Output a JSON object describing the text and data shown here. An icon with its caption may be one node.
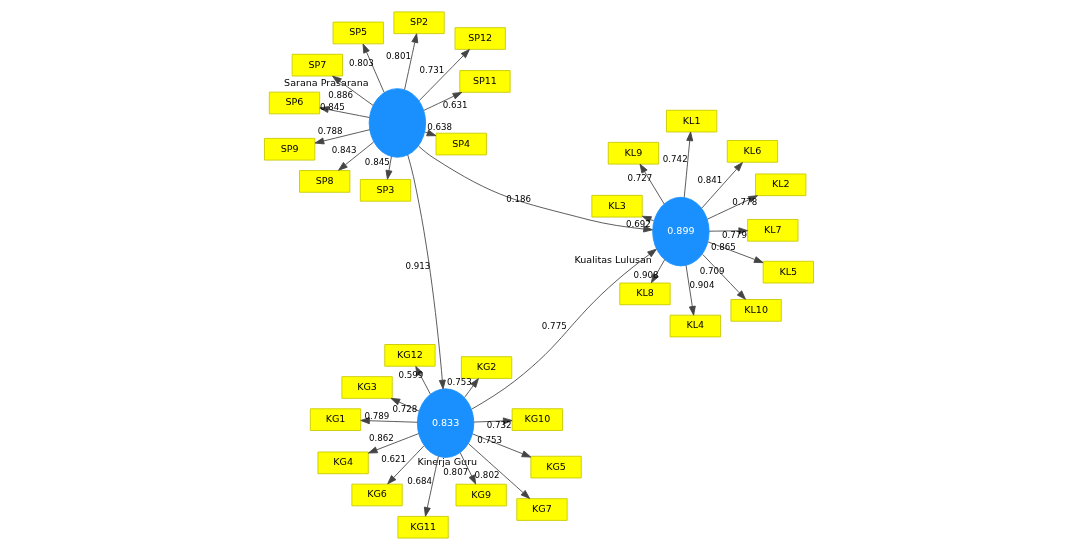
{
  "diagram": {
    "nodes": [
      {
        "text": [
          "KG1"
        ]
      },
      {
        "text": [
          "KG10"
        ]
      },
      {
        "text": [
          "KG11"
        ]
      },
      {
        "text": [
          "KG12"
        ]
      },
      {
        "text": [
          "KG2"
        ]
      },
      {
        "text": [
          "KG3"
        ]
      },
      {
        "text": [
          "KG4"
        ]
      },
      {
        "text": [
          "KG5"
        ]
      },
      {
        "text": [
          "KG6"
        ]
      },
      {
        "text": [
          "KG7"
        ]
      },
      {
        "text": [
          "KG9"
        ]
      },
      {
        "text": [
          "0.833"
        ],
        "beside": [
          "Kinerja Guru"
        ]
      },
      {
        "text": [
          "SP11"
        ]
      },
      {
        "text": [
          "SP12"
        ]
      },
      {
        "text": [
          "SP2"
        ]
      },
      {
        "text": [
          "SP3"
        ]
      },
      {
        "text": [
          "SP4"
        ]
      },
      {
        "text": [
          "SP5"
        ]
      },
      {
        "text": [
          "SP6"
        ]
      },
      {
        "text": [
          "SP7"
        ]
      },
      {
        "text": [
          "SP8"
        ]
      },
      {
        "text": [
          "SP9"
        ]
      },
      {
        "text": [],
        "shape": "circle",
        "beside": [
          "Sarana Prasarana"
        ]
      },
      {
        "text": [
          "0.899"
        ],
        "beside": [
          "Kualitas Lulusan"
        ]
      },
      {
        "text": [
          "KL1"
        ]
      },
      {
        "text": [
          "KL10"
        ]
      },
      {
        "text": [
          "KL2"
        ]
      },
      {
        "text": [
          "KL3"
        ]
      },
      {
        "text": [
          "KL4"
        ]
      },
      {
        "text": [
          "KL5"
        ]
      },
      {
        "text": [
          "KL6"
        ]
      },
      {
        "text": [
          "KL7"
        ]
      },
      {
        "text": [
          "KL8"
        ]
      },
      {
        "text": [
          "KL9"
        ]
      }
    ],
    "edges": [
      {
        "from": 11,
        "to": 0,
        "arrow": "to",
        "label": "0.789"
      },
      {
        "from": 11,
        "to": 1,
        "arrow": "to",
        "label": "0.732"
      },
      {
        "from": 11,
        "to": 2,
        "arrow": "to",
        "label": "0.684"
      },
      {
        "from": 11,
        "to": 3,
        "arrow": "to",
        "label": "0.599"
      },
      {
        "from": 11,
        "to": 4,
        "arrow": "to",
        "label": "0.753"
      },
      {
        "from": 11,
        "to": 5,
        "arrow": "to",
        "label": "0.728"
      },
      {
        "from": 11,
        "to": 6,
        "arrow": "to",
        "label": "0.862"
      },
      {
        "from": 11,
        "to": 7,
        "arrow": "to",
        "label": "0.753"
      },
      {
        "from": 11,
        "to": 8,
        "arrow": "to",
        "label": "0.621"
      },
      {
        "from": 11,
        "to": 9,
        "arrow": "to",
        "label": "0.802"
      },
      {
        "from": 11,
        "to": 10,
        "arrow": "to",
        "label": "0.807"
      },
      {
        "from": 22,
        "to": 12,
        "arrow": "to",
        "label": "0.631"
      },
      {
        "from": 22,
        "to": 13,
        "arrow": "to",
        "label": "0.731"
      },
      {
        "from": 22,
        "to": 14,
        "arrow": "to",
        "label": "0.801"
      },
      {
        "from": 22,
        "to": 15,
        "arrow": "to",
        "label": "0.845"
      },
      {
        "from": 22,
        "to": 16,
        "arrow": "to",
        "label": "0.638"
      },
      {
        "from": 22,
        "to": 17,
        "arrow": "to",
        "label": "0.803"
      },
      {
        "from": 22,
        "to": 18,
        "arrow": "to",
        "label": "0.845"
      },
      {
        "from": 22,
        "to": 19,
        "arrow": "to",
        "label": "0.886"
      },
      {
        "from": 22,
        "to": 20,
        "arrow": "to",
        "label": "0.843"
      },
      {
        "from": 22,
        "to": 21,
        "arrow": "to",
        "label": "0.788"
      },
      {
        "from": 22,
        "to": 11,
        "arrow": "to",
        "label": "0.913"
      },
      {
        "from": 11,
        "to": 23,
        "arrow": "to",
        "label": "0.775"
      },
      {
        "from": 22,
        "to": 23,
        "arrow": "to",
        "label": "0.186"
      },
      {
        "from": 23,
        "to": 24,
        "arrow": "to",
        "label": "0.742"
      },
      {
        "from": 23,
        "to": 25,
        "arrow": "to",
        "label": "0.709"
      },
      {
        "from": 23,
        "to": 26,
        "arrow": "to",
        "label": "0.778"
      },
      {
        "from": 23,
        "to": 27,
        "arrow": "to",
        "label": "0.692"
      },
      {
        "from": 23,
        "to": 28,
        "arrow": "to",
        "label": "0.904"
      },
      {
        "from": 23,
        "to": 29,
        "arrow": "to",
        "label": "0.865"
      },
      {
        "from": 23,
        "to": 30,
        "arrow": "to",
        "label": "0.841"
      },
      {
        "from": 23,
        "to": 31,
        "arrow": "to",
        "label": "0.779"
      },
      {
        "from": 23,
        "to": 32,
        "arrow": "to",
        "label": "0.908"
      },
      {
        "from": 23,
        "to": 33,
        "arrow": "to",
        "label": "0.727"
      }
    ]
  }
}
